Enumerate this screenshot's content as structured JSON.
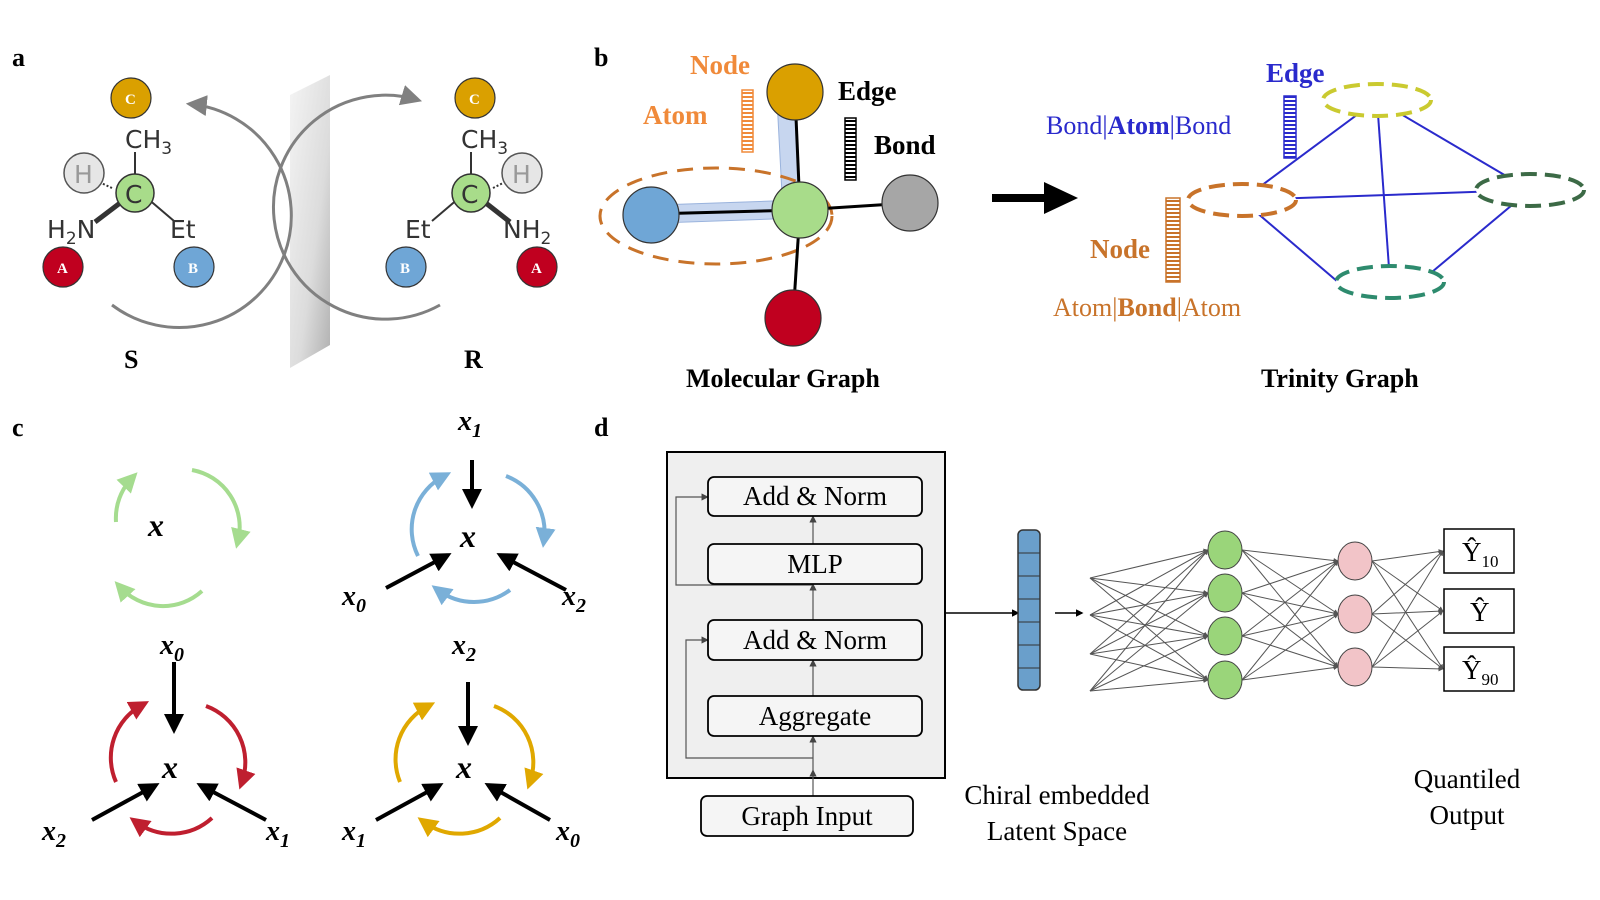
{
  "panel_labels": {
    "a": "a",
    "b": "b",
    "c": "c",
    "d": "d"
  },
  "panel_a": {
    "left": {
      "config": "S",
      "substituents": {
        "methyl": "CH",
        "methyl_sub": "3",
        "hydrogen": "H",
        "amine": "H",
        "amine_sub": "2",
        "amine_tail": "N",
        "ethyl": "Et",
        "center": "C"
      },
      "markers": {
        "c": "C",
        "a": "A",
        "b": "B"
      }
    },
    "right": {
      "config": "R",
      "substituents": {
        "methyl": "CH",
        "methyl_sub": "3",
        "hydrogen": "H",
        "amine": "NH",
        "amine_sub": "2",
        "ethyl": "Et",
        "center": "C"
      },
      "markers": {
        "c": "C",
        "a": "A",
        "b": "B"
      }
    }
  },
  "panel_b": {
    "molecular": {
      "node_label": "Node",
      "atom_label": "Atom",
      "edge_label": "Edge",
      "bond_label": "Bond",
      "caption": "Molecular Graph"
    },
    "trinity": {
      "edge_label": "Edge",
      "edge_desc": {
        "pre": "Bond|",
        "bold": "Atom",
        "post": "|Bond"
      },
      "node_label": "Node",
      "node_desc": {
        "pre": "Atom|",
        "bold": "Bond",
        "post": "|Atom"
      },
      "caption": "Trinity Graph"
    }
  },
  "panel_c": {
    "green": {
      "center": "x"
    },
    "blue": {
      "center": "x",
      "top": "x",
      "top_sub": "1",
      "left": "x",
      "left_sub": "0",
      "right": "x",
      "right_sub": "2"
    },
    "red": {
      "center": "x",
      "top": "x",
      "top_sub": "0",
      "left": "x",
      "left_sub": "2",
      "right": "x",
      "right_sub": "1"
    },
    "yellow": {
      "center": "x",
      "top": "x",
      "top_sub": "2",
      "left": "x",
      "left_sub": "1",
      "right": "x",
      "right_sub": "0"
    }
  },
  "panel_d": {
    "blocks": {
      "add_norm_top": "Add & Norm",
      "mlp": "MLP",
      "add_norm_bottom": "Add & Norm",
      "aggregate": "Aggregate",
      "graph_input": "Graph Input"
    },
    "latent_caption": {
      "line1": "Chiral embedded",
      "line2": "Latent Space"
    },
    "outputs": [
      {
        "sym": "Ŷ",
        "sub": "10"
      },
      {
        "sym": "Ŷ",
        "sub": ""
      },
      {
        "sym": "Ŷ",
        "sub": "90"
      }
    ],
    "output_caption": {
      "line1": "Quantiled",
      "line2": "Output"
    }
  },
  "colors": {
    "marker_c": "#DAA000",
    "marker_a": "#C0001F",
    "marker_b": "#6FA6D6",
    "carbon_green": "#A8DC8A",
    "node_orange": "#C8732A",
    "node_label_orange": "#F08A3A",
    "edge_blue": "#2A2ACC",
    "cycle_green": "#A5DC8F",
    "cycle_blue": "#7AB0D8",
    "cycle_red": "#BF1F2F",
    "cycle_yellow": "#E0A800",
    "neuron_green": "#9AD57A",
    "neuron_pink": "#F2C4C8",
    "latent_blue": "#6A9FCB"
  }
}
